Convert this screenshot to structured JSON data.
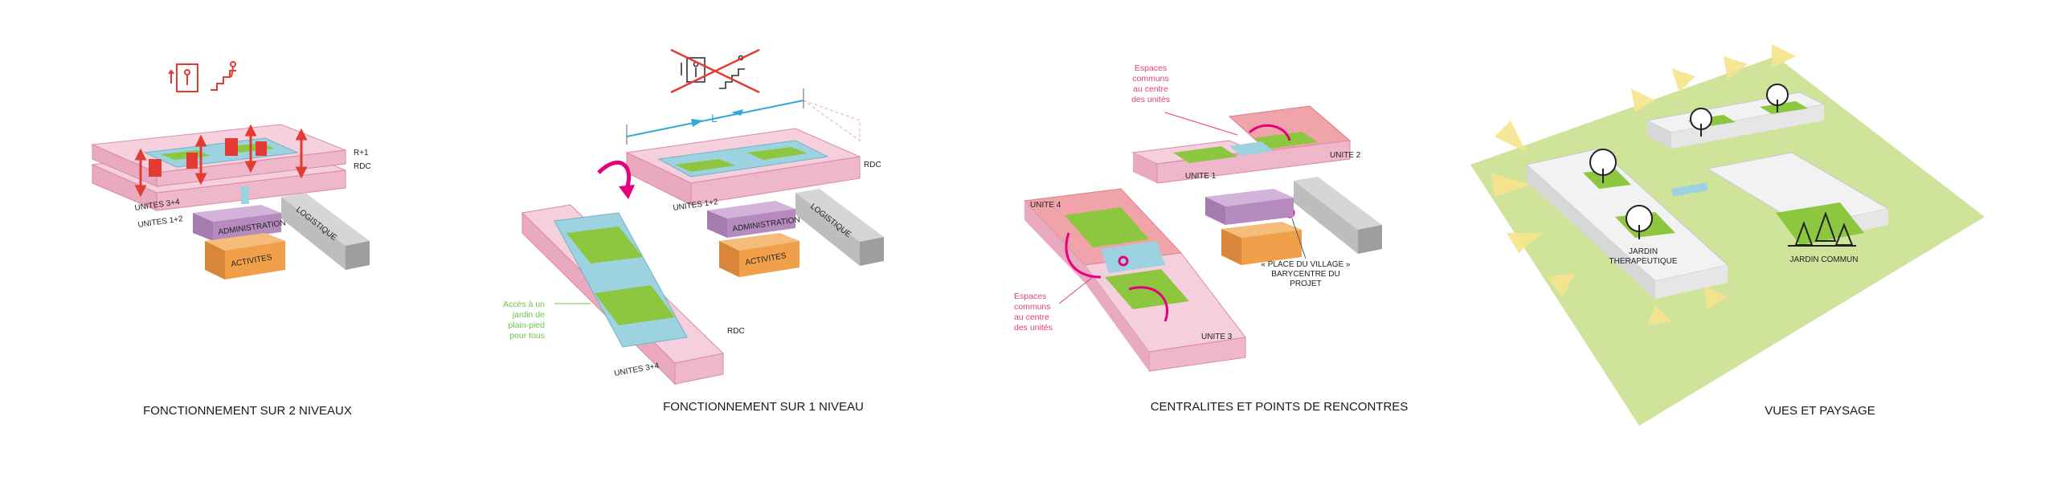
{
  "colors": {
    "pink_fill": "#f6cfdc",
    "pink_side": "#e9a9bf",
    "pink_strong": "#f0a3a8",
    "green": "#8dc63f",
    "blue_water": "#9dd3e0",
    "purple": "#b58bbf",
    "orange": "#f0a04b",
    "grey": "#bdbdbd",
    "red_icon": "#e23b33",
    "magenta_arrow": "#e6007e",
    "blue_arrow": "#31a9d6",
    "landscape_green": "#cfe39b",
    "sun_yellow": "#f6e58d"
  },
  "panels": [
    {
      "caption": "FONCTIONNEMENT SUR 2 NIVEAUX",
      "labels": {
        "r1": "R+1",
        "rdc": "RDC",
        "units34": "UNITES 3+4",
        "units12": "UNITES 1+2",
        "admin": "ADMINISTRATION",
        "activites": "ACTIVITES",
        "logistique": "LOGISTIQUE"
      },
      "icons": [
        "elevator-icon",
        "stairs-icon"
      ]
    },
    {
      "caption": "FONCTIONNEMENT SUR 1 NIVEAU",
      "labels": {
        "length": "L",
        "rdc_top": "RDC",
        "rdc_bottom": "RDC",
        "units12": "UNITES 1+2",
        "units34": "UNITES 3+4",
        "admin": "ADMINISTRATION",
        "activites": "ACTIVITES",
        "logistique": "LOGISTIQUE",
        "garden_note_1": "Accès à un",
        "garden_note_2": "jardin de",
        "garden_note_3": "plain-pied",
        "garden_note_4": "pour tous"
      },
      "icons": [
        "crossed-elevator-icon",
        "crossed-stairs-icon"
      ]
    },
    {
      "caption": "CENTRALITES ET POINTS DE RENCONTRES",
      "labels": {
        "espaces_top_1": "Espaces",
        "espaces_top_2": "communs",
        "espaces_top_3": "au centre",
        "espaces_top_4": "des unités",
        "espaces_left_1": "Espaces",
        "espaces_left_2": "communs",
        "espaces_left_3": "au centre",
        "espaces_left_4": "des unités",
        "unite1": "UNITE 1",
        "unite2": "UNITE 2",
        "unite3": "UNITE 3",
        "unite4": "UNITE 4",
        "place_1": "« PLACE DU VILLAGE »",
        "place_2": "BARYCENTRE DU",
        "place_3": "PROJET"
      }
    },
    {
      "caption": "VUES ET PAYSAGE",
      "labels": {
        "jardin_ther_1": "JARDIN",
        "jardin_ther_2": "THERAPEUTIQUE",
        "jardin_commun": "JARDIN COMMUN"
      }
    }
  ]
}
